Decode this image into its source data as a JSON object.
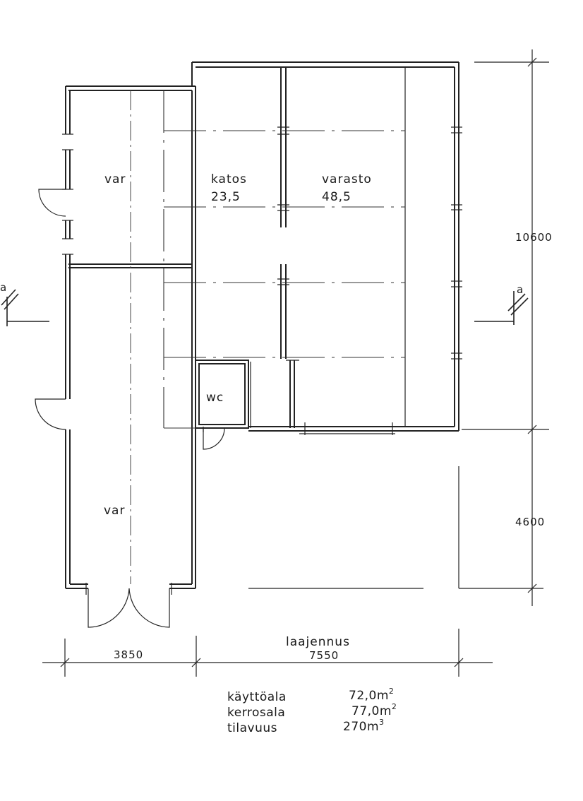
{
  "rooms": {
    "var_upper": "var",
    "katos": {
      "name": "katos",
      "area": "23,5"
    },
    "varasto": {
      "name": "varasto",
      "area": "48,5"
    },
    "wc": "wc",
    "var_lower": "var",
    "laajennus": "laajennus"
  },
  "dimensions": {
    "width_left": "3850",
    "width_right": "7550",
    "height_building": "10600",
    "height_extension": "4600"
  },
  "section_markers": {
    "left": "a",
    "right": "a"
  },
  "areas": [
    {
      "label": "käyttöala",
      "value": "72,0",
      "unit": "m",
      "exp": "2"
    },
    {
      "label": "kerrosala",
      "value": "77,0",
      "unit": "m",
      "exp": "2"
    },
    {
      "label": "tilavuus",
      "value": "270",
      "unit": "m",
      "exp": "3"
    }
  ]
}
